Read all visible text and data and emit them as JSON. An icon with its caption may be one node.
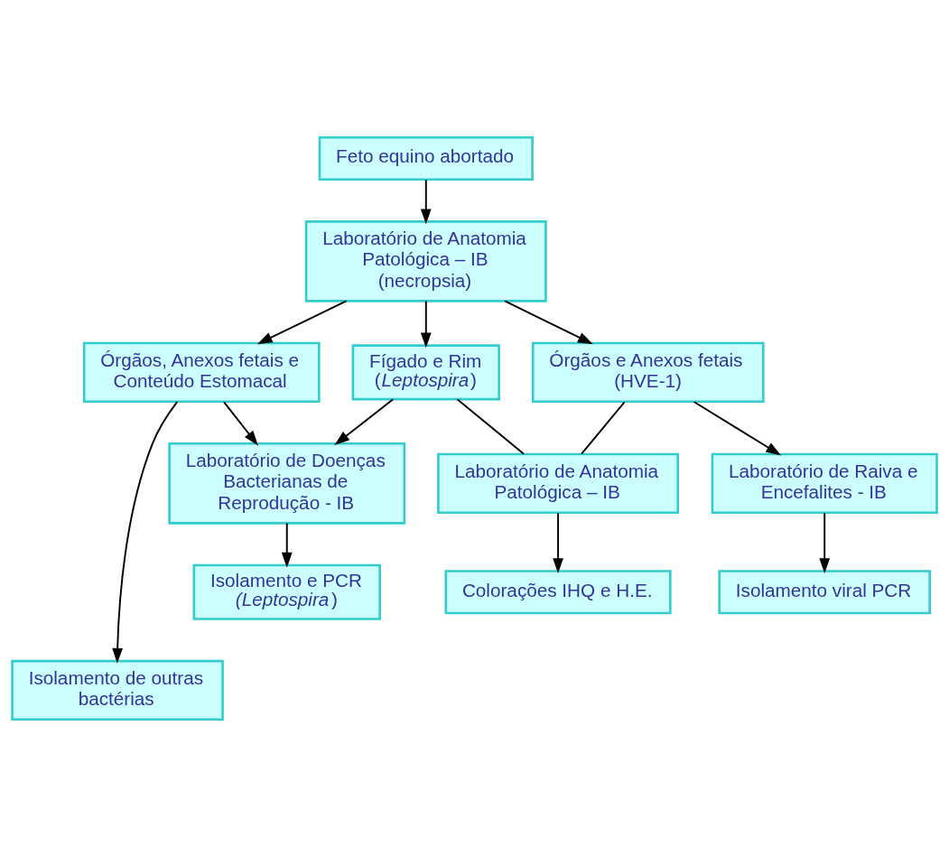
{
  "diagram": {
    "nodes": [
      {
        "text": [
          "Feto equino abortado"
        ]
      },
      {
        "text": [
          "Laboratório de Anatomia Patológica – IB (necropsia)"
        ]
      },
      {
        "text": [
          "Órgãos, Anexos fetais e Conteúdo Estomacal"
        ]
      },
      {
        "text": [
          "Fígado e Rim (*Leptospira*)"
        ]
      },
      {
        "text": [
          "Órgãos e Anexos fetais (HVE-1)"
        ]
      },
      {
        "text": [
          "Laboratório de Doenças Bacterianas de Reprodução - IB"
        ]
      },
      {
        "text": [
          "Laboratório de Anatomia Patológica – IB"
        ]
      },
      {
        "text": [
          "Laboratório de Raiva e Encefalites - IB"
        ]
      },
      {
        "text": [
          "Isolamento e PCR *(Leptospira*)"
        ]
      },
      {
        "text": [
          "Colorações IHQ e H.E."
        ]
      },
      {
        "text": [
          "Isolamento viral PCR"
        ]
      },
      {
        "text": [
          "Isolamento de outras bactérias"
        ]
      }
    ],
    "edges": [
      {
        "from": 0,
        "to": 1,
        "arrow": "to"
      },
      {
        "from": 1,
        "to": 2,
        "arrow": "to"
      },
      {
        "from": 1,
        "to": 3,
        "arrow": "to"
      },
      {
        "from": 1,
        "to": 4,
        "arrow": "to"
      },
      {
        "from": 2,
        "to": 5,
        "arrow": "to"
      },
      {
        "from": 3,
        "to": 5,
        "arrow": "to"
      },
      {
        "from": 3,
        "to": 6,
        "arrow": "none"
      },
      {
        "from": 4,
        "to": 6,
        "arrow": "none"
      },
      {
        "from": 4,
        "to": 7,
        "arrow": "to"
      },
      {
        "from": 5,
        "to": 8,
        "arrow": "to"
      },
      {
        "from": 6,
        "to": 9,
        "arrow": "to"
      },
      {
        "from": 7,
        "to": 10,
        "arrow": "to"
      },
      {
        "from": 2,
        "to": 11,
        "arrow": "to"
      }
    ]
  }
}
